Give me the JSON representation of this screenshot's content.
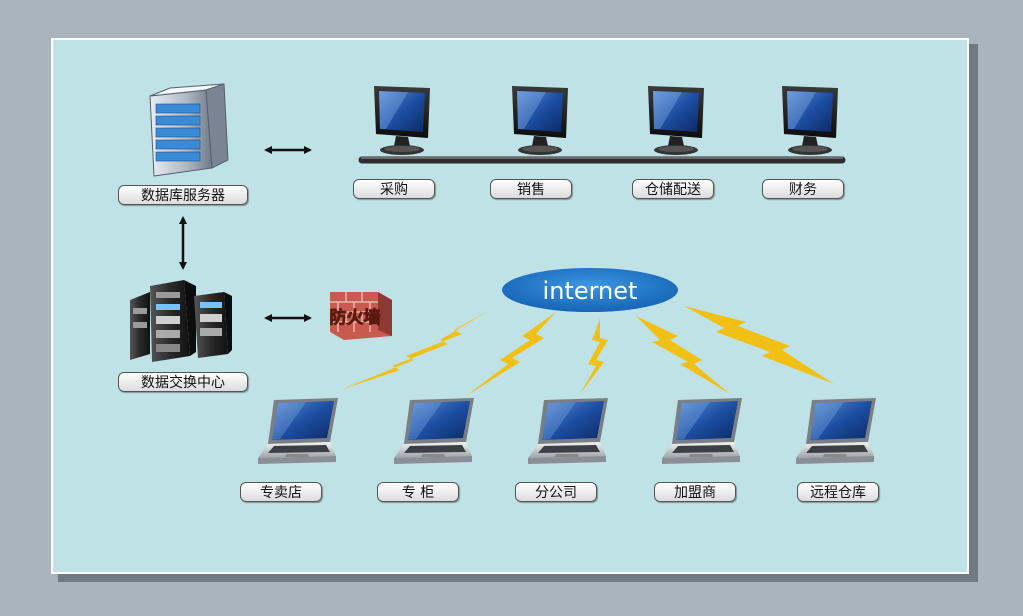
{
  "server_label": "数据库服务器",
  "exchange_label": "数据交换中心",
  "firewall_label": "防火墙",
  "internet_label": "internet",
  "lan_nodes": [
    "采购",
    "销售",
    "仓储配送",
    "财务"
  ],
  "remote_nodes": [
    "专卖店",
    "专 柜",
    "分公司",
    "加盟商",
    "远程仓库"
  ],
  "colors": {
    "background": "#bfe2e6",
    "internet_ellipse": "#1976c4",
    "lightning": "#f2c014",
    "firewall_brick": "#c85a4f",
    "firewall_text": "#ffe600"
  }
}
